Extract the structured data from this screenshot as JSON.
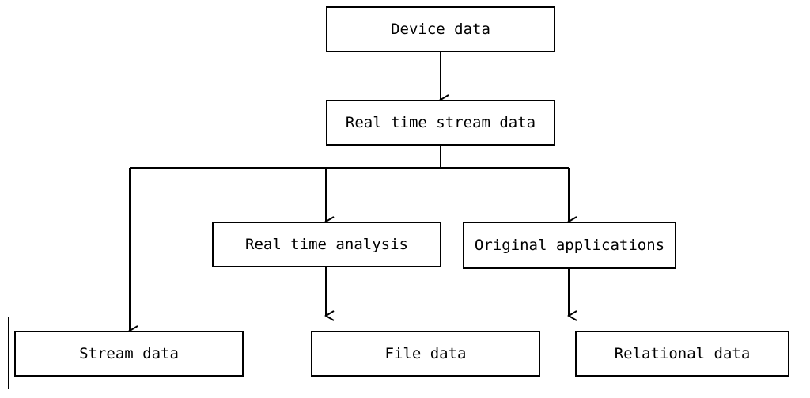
{
  "diagram": {
    "nodes": {
      "device_data": "Device data",
      "real_time_stream_data": "Real time stream data",
      "real_time_analysis": "Real time analysis",
      "original_applications": "Original applications",
      "stream_data": "Stream data",
      "file_data": "File data",
      "relational_data": "Relational data"
    },
    "edges": [
      {
        "from": "device_data",
        "to": "real_time_stream_data"
      },
      {
        "from": "real_time_stream_data",
        "to": "stream_data"
      },
      {
        "from": "real_time_stream_data",
        "to": "real_time_analysis"
      },
      {
        "from": "real_time_stream_data",
        "to": "original_applications"
      },
      {
        "from": "real_time_analysis",
        "to": "storage_group"
      },
      {
        "from": "original_applications",
        "to": "storage_group"
      }
    ]
  }
}
